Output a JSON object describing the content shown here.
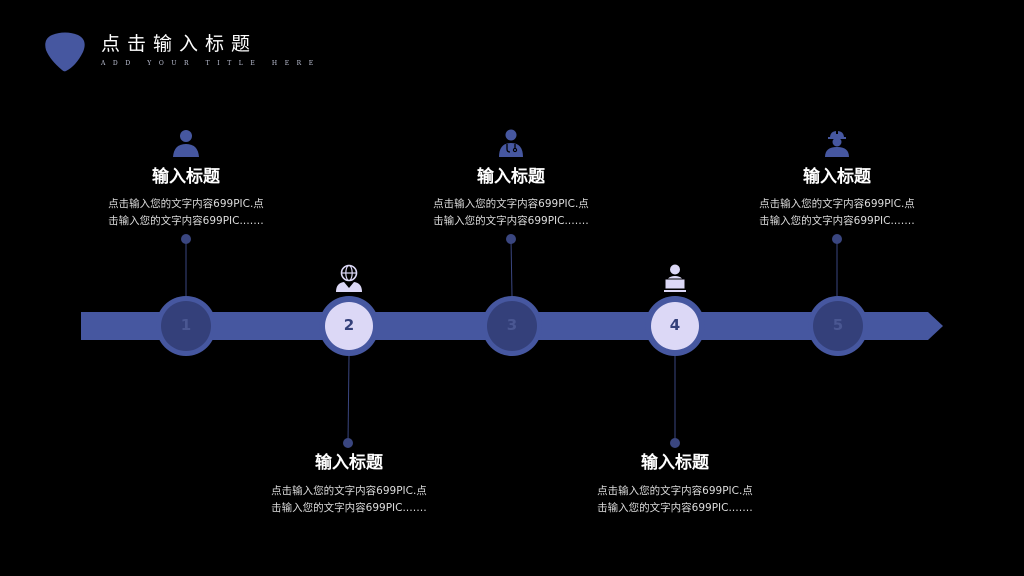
{
  "header": {
    "title": "点击输入标题",
    "subtitle": "ADD YOUR TITLE HERE"
  },
  "colors": {
    "accent": "#4657a0",
    "node_dark": "#34407a",
    "node_light": "#dcd8f6",
    "dot": "#3a4680",
    "background": "#000000"
  },
  "nodes": [
    {
      "number": "1",
      "active": false
    },
    {
      "number": "2",
      "active": true
    },
    {
      "number": "3",
      "active": false
    },
    {
      "number": "4",
      "active": true
    },
    {
      "number": "5",
      "active": false
    }
  ],
  "events": [
    {
      "icon": "person-icon",
      "title": "输入标题",
      "desc_line1": "点击输入您的文字内容699PIC.点",
      "desc_line2": "击输入您的文字内容699PIC.……"
    },
    {
      "icon": "globe-person-icon",
      "title": "输入标题",
      "desc_line1": "点击输入您的文字内容699PIC.点",
      "desc_line2": "击输入您的文字内容699PIC.……"
    },
    {
      "icon": "doctor-icon",
      "title": "输入标题",
      "desc_line1": "点击输入您的文字内容699PIC.点",
      "desc_line2": "击输入您的文字内容699PIC.……"
    },
    {
      "icon": "laptop-user-icon",
      "title": "输入标题",
      "desc_line1": "点击输入您的文字内容699PIC.点",
      "desc_line2": "击输入您的文字内容699PIC.……"
    },
    {
      "icon": "worker-icon",
      "title": "输入标题",
      "desc_line1": "点击输入您的文字内容699PIC.点",
      "desc_line2": "击输入您的文字内容699PIC.……"
    }
  ]
}
